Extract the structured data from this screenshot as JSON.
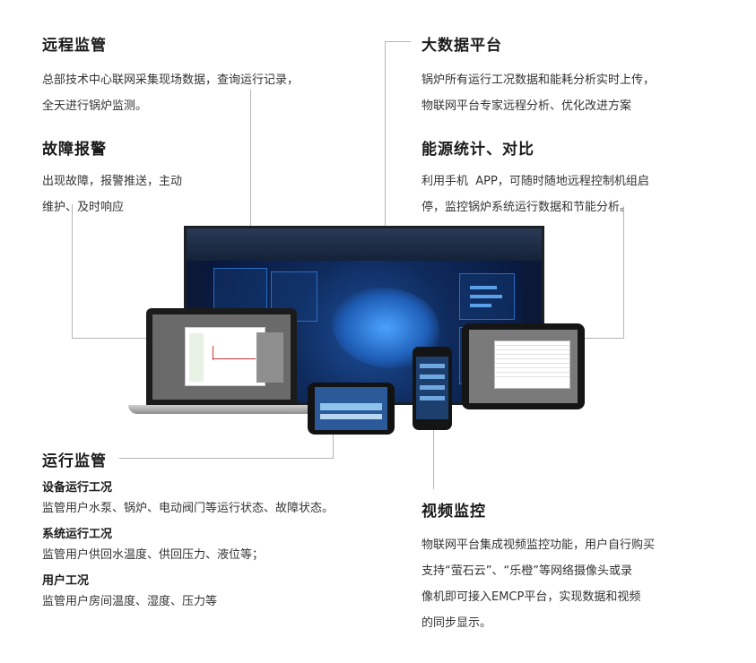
{
  "sections": {
    "remote": {
      "title": "远程监管",
      "lines": [
        "总部技术中心联网采集现场数据，查询运行记录，",
        "全天进行锅炉监测。"
      ]
    },
    "fault": {
      "title": "故障报警",
      "lines": [
        "出现故障，报警推送，主动",
        "维护、及时响应"
      ]
    },
    "bigdata": {
      "title": "大数据平台",
      "lines": [
        "锅炉所有运行工况数据和能耗分析实时上传，",
        "物联网平台专家远程分析、优化改进方案"
      ]
    },
    "energy": {
      "title": "能源统计、对比",
      "lines": [
        "利用手机  APP，可随时随地远程控制机组启",
        "停，监控锅炉系统运行数据和节能分析。"
      ]
    },
    "ops": {
      "title": "运行监管",
      "items": [
        {
          "subtitle": "设备运行工况",
          "text": "监管用户水泵、锅炉、电动阀门等运行状态、故障状态。"
        },
        {
          "subtitle": "系统运行工况",
          "text": "监管用户供回水温度、供回压力、液位等；"
        },
        {
          "subtitle": "用户工况",
          "text": "监管用户房间温度、湿度、压力等"
        }
      ]
    },
    "video": {
      "title": "视频监控",
      "lines": [
        "物联网平台集成视频监控功能，用户自行购买",
        "支持“萤石云”、“乐橙”等网络摄像头或录",
        "像机即可接入EMCP平台，实现数据和视频",
        "的同步显示。"
      ]
    }
  }
}
